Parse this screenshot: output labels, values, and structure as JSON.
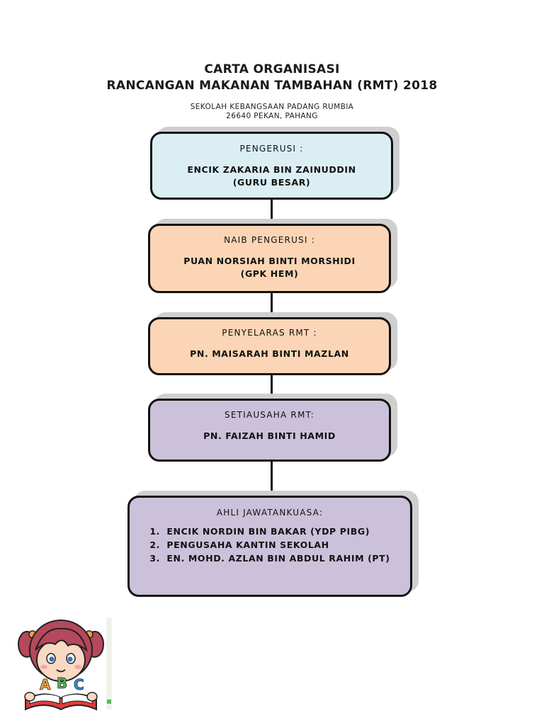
{
  "header": {
    "title_line1": "CARTA ORGANISASI",
    "title_line2": "RANCANGAN MAKANAN TAMBAHAN (RMT) 2018",
    "school": "SEKOLAH KEBANGSAAN PADANG RUMBIA",
    "address": "26640 PEKAN, PAHANG"
  },
  "boxes": {
    "pengerusi": {
      "role": "PENGERUSI :",
      "name": "ENCIK ZAKARIA BIN ZAINUDDIN",
      "detail": "(GURU BESAR)",
      "color": "#dbeef3"
    },
    "naib": {
      "role": "NAIB PENGERUSI :",
      "name": "PUAN NORSIAH BINTI MORSHIDI",
      "detail": "(GPK HEM)",
      "color": "#fbd5b5"
    },
    "penyelaras": {
      "role": "PENYELARAS RMT :",
      "name": "PN. MAISARAH BINTI MAZLAN",
      "color": "#fbd5b5"
    },
    "setiausaha": {
      "role": "SETIAUSAHA RMT:",
      "name": "PN. FAIZAH BINTI HAMID",
      "color": "#ccc1da"
    },
    "ahli": {
      "role": "AHLI JAWATANKUASA:",
      "color": "#ccc1da",
      "members": [
        {
          "num": "1.",
          "name": "ENCIK NORDIN BIN BAKAR (YDP PIBG)"
        },
        {
          "num": "2.",
          "name": "PENGUSAHA KANTIN SEKOLAH"
        },
        {
          "num": "3.",
          "name": "EN. MOHD. AZLAN BIN ABDUL RAHIM (PT)"
        }
      ]
    }
  },
  "clipart": {
    "icon": "girl-reading-book-icon",
    "letters": [
      "A",
      "B",
      "C"
    ]
  }
}
